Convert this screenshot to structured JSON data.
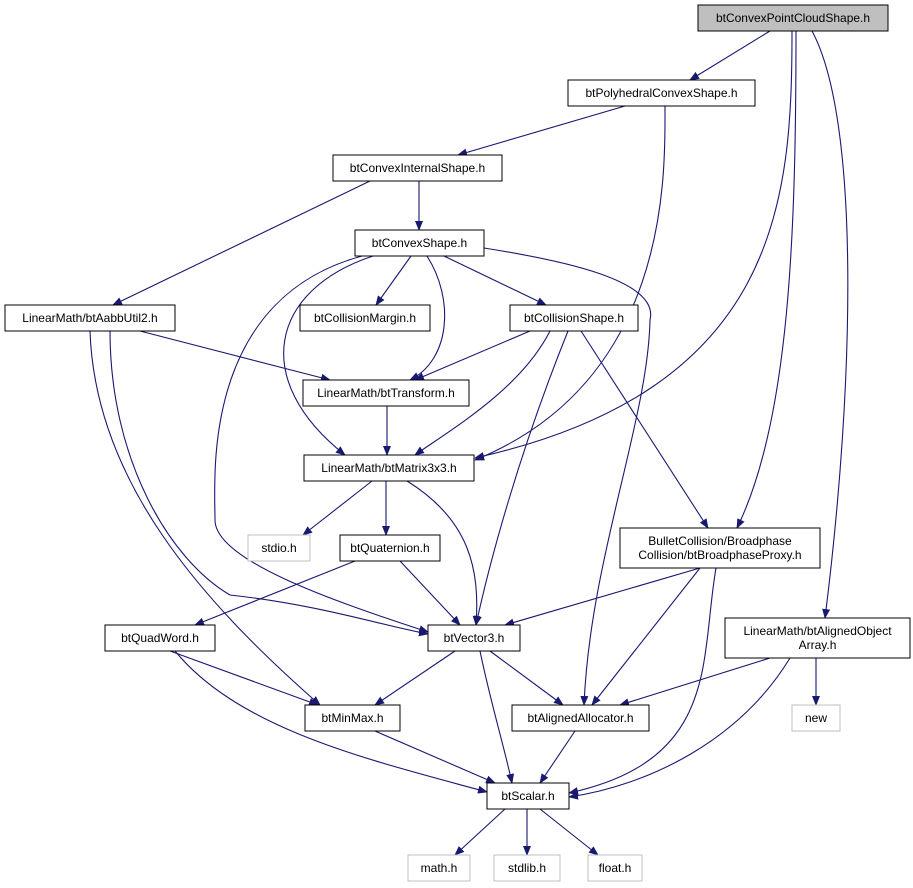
{
  "colors": {
    "edge": "#191970",
    "node_border": "#000000",
    "external_border": "#bfbfbf",
    "root_fill": "#bfbfbf",
    "node_fill": "#ffffff"
  },
  "nodes": [
    {
      "id": "root",
      "lines": [
        "btConvexPointCloudShape.h"
      ],
      "kind": "root"
    },
    {
      "id": "poly",
      "lines": [
        "btPolyhedralConvexShape.h"
      ],
      "kind": "normal"
    },
    {
      "id": "internal",
      "lines": [
        "btConvexInternalShape.h"
      ],
      "kind": "normal"
    },
    {
      "id": "convex",
      "lines": [
        "btConvexShape.h"
      ],
      "kind": "normal"
    },
    {
      "id": "aabb",
      "lines": [
        "LinearMath/btAabbUtil2.h"
      ],
      "kind": "normal"
    },
    {
      "id": "margin",
      "lines": [
        "btCollisionMargin.h"
      ],
      "kind": "normal"
    },
    {
      "id": "collision",
      "lines": [
        "btCollisionShape.h"
      ],
      "kind": "normal"
    },
    {
      "id": "transform",
      "lines": [
        "LinearMath/btTransform.h"
      ],
      "kind": "normal"
    },
    {
      "id": "matrix",
      "lines": [
        "LinearMath/btMatrix3x3.h"
      ],
      "kind": "normal"
    },
    {
      "id": "stdio",
      "lines": [
        "stdio.h"
      ],
      "kind": "external"
    },
    {
      "id": "quat",
      "lines": [
        "btQuaternion.h"
      ],
      "kind": "normal"
    },
    {
      "id": "proxy",
      "lines": [
        "BulletCollision/Broadphase",
        "Collision/btBroadphaseProxy.h"
      ],
      "kind": "normal"
    },
    {
      "id": "quadword",
      "lines": [
        "btQuadWord.h"
      ],
      "kind": "normal"
    },
    {
      "id": "vector",
      "lines": [
        "btVector3.h"
      ],
      "kind": "normal"
    },
    {
      "id": "aligned_array",
      "lines": [
        "LinearMath/btAlignedObject",
        "Array.h"
      ],
      "kind": "normal"
    },
    {
      "id": "minmax",
      "lines": [
        "btMinMax.h"
      ],
      "kind": "normal"
    },
    {
      "id": "allocator",
      "lines": [
        "btAlignedAllocator.h"
      ],
      "kind": "normal"
    },
    {
      "id": "new",
      "lines": [
        "new"
      ],
      "kind": "external"
    },
    {
      "id": "scalar",
      "lines": [
        "btScalar.h"
      ],
      "kind": "normal"
    },
    {
      "id": "math",
      "lines": [
        "math.h"
      ],
      "kind": "external"
    },
    {
      "id": "stdlib",
      "lines": [
        "stdlib.h"
      ],
      "kind": "external"
    },
    {
      "id": "float",
      "lines": [
        "float.h"
      ],
      "kind": "external"
    }
  ],
  "edges": [
    [
      "root",
      "poly"
    ],
    [
      "root",
      "matrix"
    ],
    [
      "root",
      "proxy"
    ],
    [
      "root",
      "aligned_array"
    ],
    [
      "poly",
      "internal"
    ],
    [
      "poly",
      "matrix"
    ],
    [
      "internal",
      "convex"
    ],
    [
      "internal",
      "aabb"
    ],
    [
      "convex",
      "margin"
    ],
    [
      "convex",
      "collision"
    ],
    [
      "convex",
      "transform"
    ],
    [
      "convex",
      "matrix"
    ],
    [
      "convex",
      "vector"
    ],
    [
      "convex",
      "allocator"
    ],
    [
      "aabb",
      "transform"
    ],
    [
      "aabb",
      "vector"
    ],
    [
      "aabb",
      "minmax"
    ],
    [
      "collision",
      "transform"
    ],
    [
      "collision",
      "matrix"
    ],
    [
      "collision",
      "vector"
    ],
    [
      "collision",
      "proxy"
    ],
    [
      "transform",
      "matrix"
    ],
    [
      "matrix",
      "stdio"
    ],
    [
      "matrix",
      "quat"
    ],
    [
      "matrix",
      "vector"
    ],
    [
      "quat",
      "quadword"
    ],
    [
      "quat",
      "vector"
    ],
    [
      "proxy",
      "vector"
    ],
    [
      "proxy",
      "allocator"
    ],
    [
      "proxy",
      "scalar"
    ],
    [
      "aligned_array",
      "allocator"
    ],
    [
      "aligned_array",
      "new"
    ],
    [
      "aligned_array",
      "scalar"
    ],
    [
      "quadword",
      "minmax"
    ],
    [
      "quadword",
      "scalar"
    ],
    [
      "vector",
      "minmax"
    ],
    [
      "vector",
      "allocator"
    ],
    [
      "vector",
      "scalar"
    ],
    [
      "minmax",
      "scalar"
    ],
    [
      "allocator",
      "scalar"
    ],
    [
      "scalar",
      "math"
    ],
    [
      "scalar",
      "stdlib"
    ],
    [
      "scalar",
      "float"
    ]
  ]
}
